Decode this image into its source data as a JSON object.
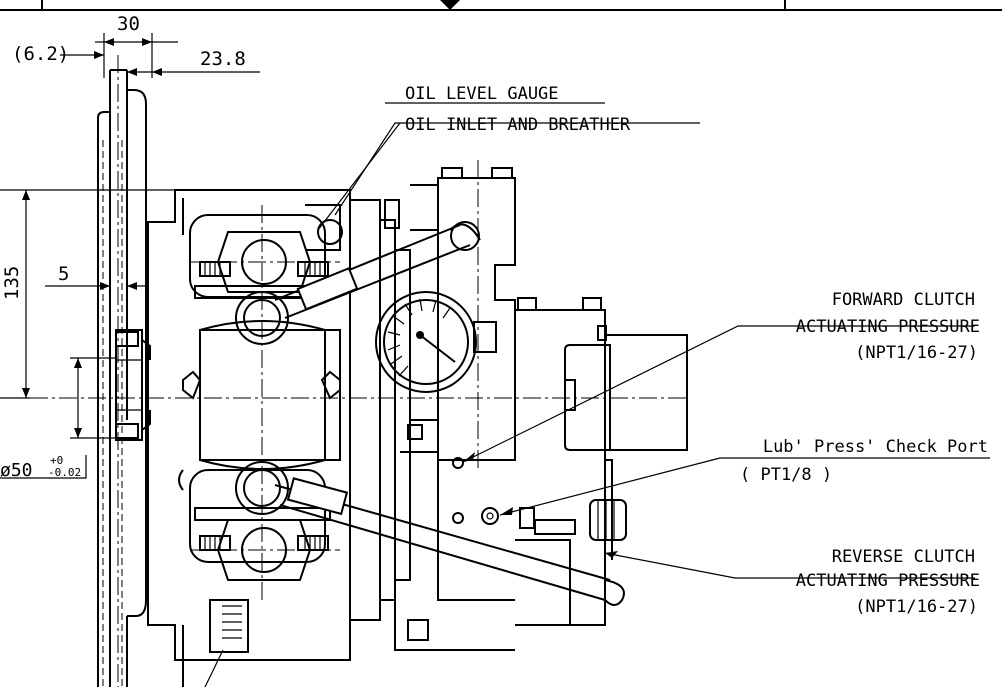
{
  "dimensions": {
    "top_30": "30",
    "left_6_2": "(6.2)",
    "right_23_8": "23.8",
    "horiz_5": "5",
    "vert_135": "135",
    "dia_prefix": "ø50",
    "dia_tol_upper": "+0",
    "dia_tol_lower": "-0.02"
  },
  "labels": {
    "oil_level_gauge": "OIL LEVEL GAUGE",
    "oil_inlet": "OIL INLET AND BREATHER",
    "forward_line1": "FORWARD CLUTCH",
    "forward_line2": "ACTUATING PRESSURE",
    "forward_line3": "(NPT1/16-27)",
    "lub_line1": "Lub' Press' Check Port",
    "lub_line2": "( PT1/8 )",
    "reverse_line1": "REVERSE CLUTCH",
    "reverse_line2": "ACTUATING PRESSURE",
    "reverse_line3": "(NPT1/16-27)"
  }
}
